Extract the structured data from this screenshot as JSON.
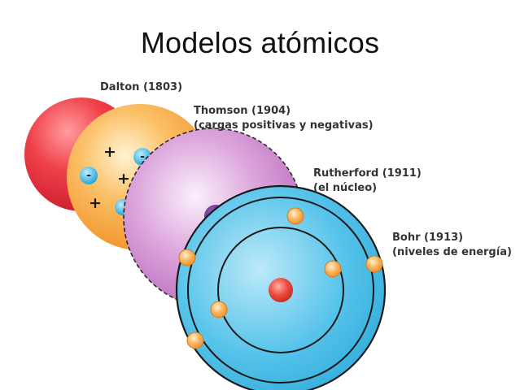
{
  "title": "Modelos atómicos",
  "models": [
    {
      "id": "dalton",
      "name": "Dalton (1803)",
      "note": "",
      "color": "#e8333d"
    },
    {
      "id": "thomson",
      "name": "Thomson (1904)",
      "note": "(cargas positivas y negativas)",
      "color": "#f39a2b"
    },
    {
      "id": "rutherford",
      "name": "Rutherford (1911)",
      "note": "(el núcleo)",
      "color": "#c57ac7"
    },
    {
      "id": "bohr",
      "name": "Bohr (1913)",
      "note": "(niveles de energía)",
      "color": "#3cb7e3"
    }
  ],
  "symbols": {
    "positive": "+",
    "negative": "-"
  },
  "colors": {
    "electron": "#f5a54a",
    "bohr_nucleus": "#e8453e",
    "rutherford_nucleus": "#5b2a82",
    "orbit": "#1a1a1a"
  }
}
